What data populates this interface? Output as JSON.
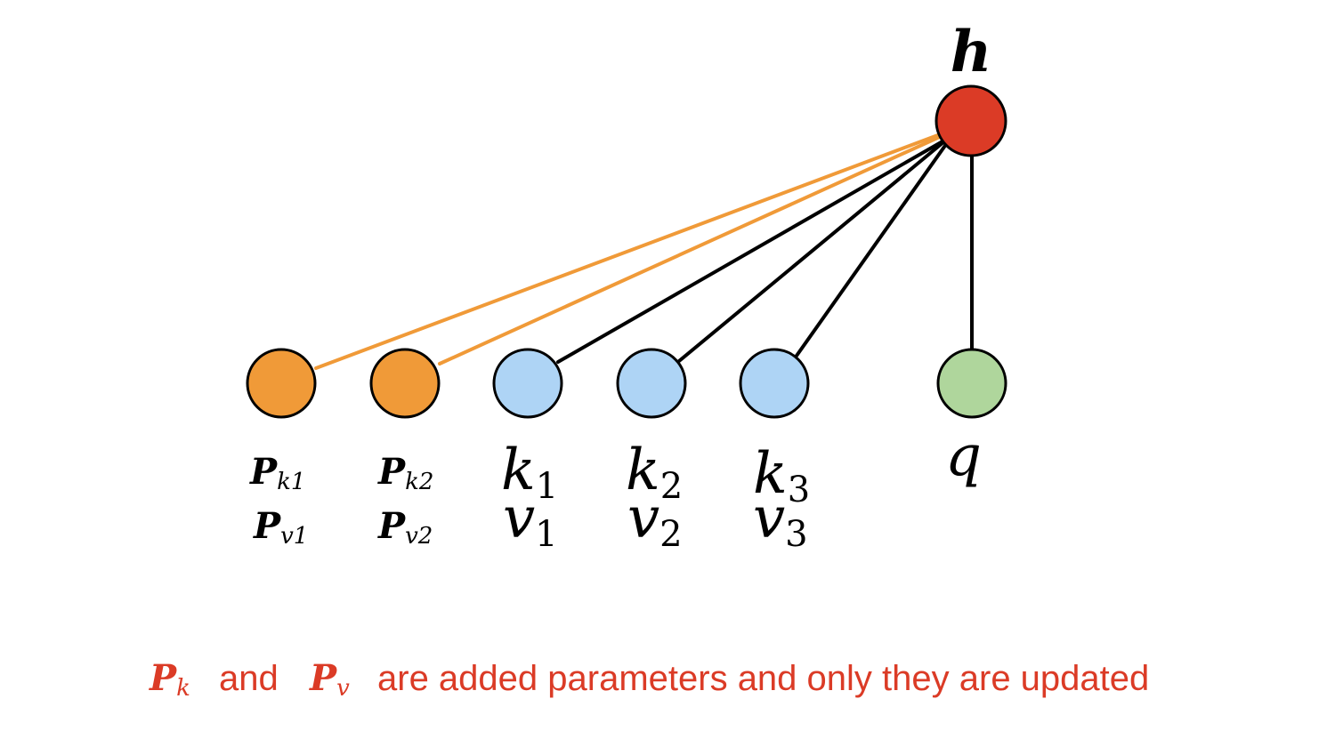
{
  "diagram": {
    "output_node": {
      "label": "h",
      "color": "#db3b26"
    },
    "nodes": [
      {
        "id": "pk1",
        "color": "#f09a38",
        "edge_color": "#f09a38",
        "label_top": {
          "base": "P",
          "sub": "k1"
        },
        "label_bottom": {
          "base": "P",
          "sub": "v1"
        }
      },
      {
        "id": "pk2",
        "color": "#f09a38",
        "edge_color": "#f09a38",
        "label_top": {
          "base": "P",
          "sub": "k2"
        },
        "label_bottom": {
          "base": "P",
          "sub": "v2"
        }
      },
      {
        "id": "k1",
        "color": "#aed4f5",
        "edge_color": "#000000",
        "label_top": {
          "base": "k",
          "sub": "1"
        },
        "label_bottom": {
          "base": "v",
          "sub": "1"
        }
      },
      {
        "id": "k2",
        "color": "#aed4f5",
        "edge_color": "#000000",
        "label_top": {
          "base": "k",
          "sub": "2"
        },
        "label_bottom": {
          "base": "v",
          "sub": "2"
        }
      },
      {
        "id": "k3",
        "color": "#aed4f5",
        "edge_color": "#000000",
        "label_top": {
          "base": "k",
          "sub": "3"
        },
        "label_bottom": {
          "base": "v",
          "sub": "3"
        }
      },
      {
        "id": "q",
        "color": "#afd69c",
        "edge_color": "#000000",
        "label_top": {
          "base": "q",
          "sub": ""
        },
        "label_bottom": null
      }
    ],
    "caption": {
      "color": "#db3b26",
      "pk": {
        "base": "P",
        "sub": "k"
      },
      "and": "and",
      "pv": {
        "base": "P",
        "sub": "v"
      },
      "rest": "are added parameters and only they are updated"
    }
  }
}
